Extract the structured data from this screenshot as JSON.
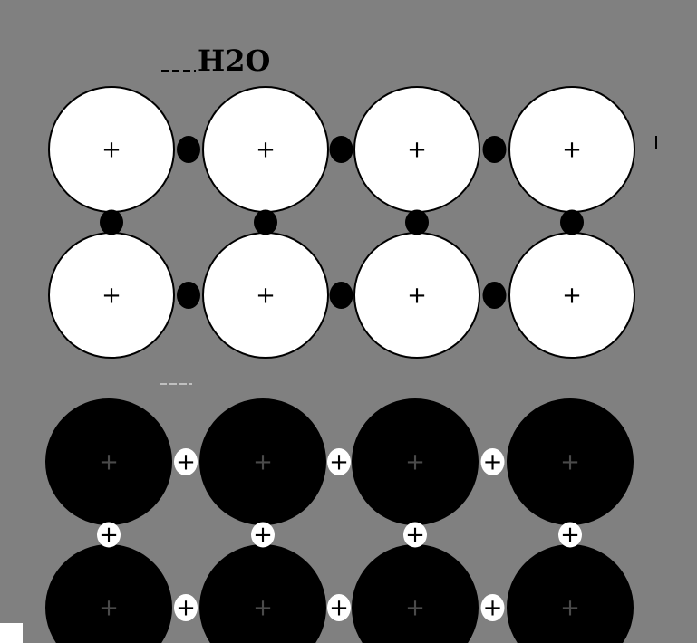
{
  "title": "H2O",
  "sign": "+",
  "colors": {
    "background": "#808080",
    "light_atom": "#ffffff",
    "dark_atom": "#000000",
    "outline": "#000000",
    "dark_atom_sign": "#4a4a4a"
  },
  "lattices": [
    {
      "name": "top-lattice",
      "atom_fill": "light",
      "interstitial_fill": "dark",
      "interstitial_sign": false,
      "rows": 2,
      "cols": 4
    },
    {
      "name": "bottom-lattice",
      "atom_fill": "dark",
      "interstitial_fill": "light",
      "interstitial_sign": true,
      "rows": 2,
      "cols": 4
    }
  ]
}
